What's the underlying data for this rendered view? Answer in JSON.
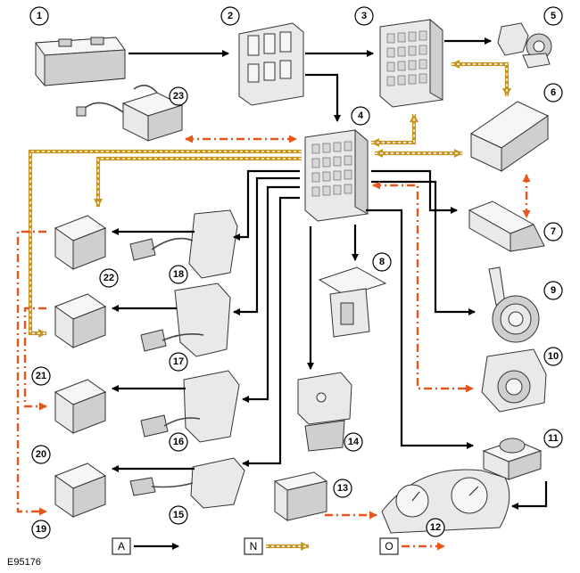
{
  "figure_ref": "E95176",
  "legend": {
    "a": {
      "letter": "A",
      "color": "#000000"
    },
    "n": {
      "letter": "N",
      "color": "#c8961e"
    },
    "o": {
      "letter": "O",
      "color": "#e8561c"
    }
  },
  "callouts": [
    "1",
    "2",
    "3",
    "4",
    "5",
    "6",
    "7",
    "8",
    "9",
    "10",
    "11",
    "12",
    "13",
    "14",
    "15",
    "16",
    "17",
    "18",
    "19",
    "20",
    "21",
    "22",
    "23"
  ]
}
